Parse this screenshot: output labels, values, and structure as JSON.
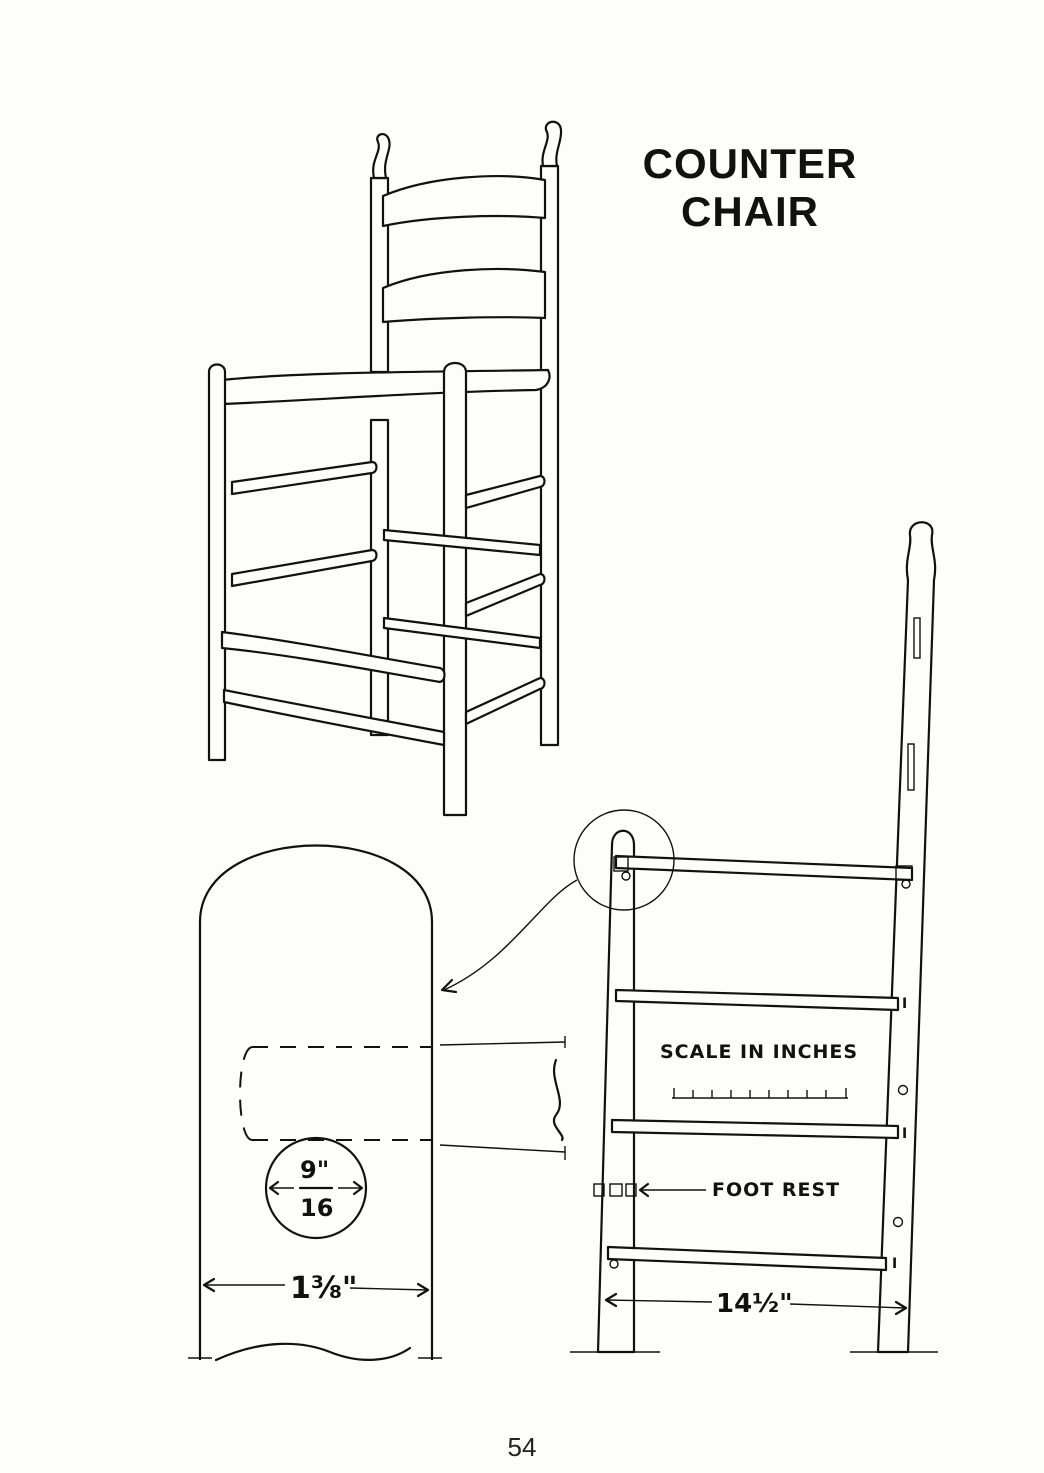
{
  "title": {
    "line1": "COUNTER",
    "line2": "CHAIR"
  },
  "labels": {
    "scale": "SCALE IN INCHES",
    "foot_rest": "FOOT REST",
    "width_dimension": "14½\"",
    "post_diameter": "1⅜\"",
    "tenon_num": "9\"",
    "tenon_den": "16"
  },
  "page_number": "54"
}
